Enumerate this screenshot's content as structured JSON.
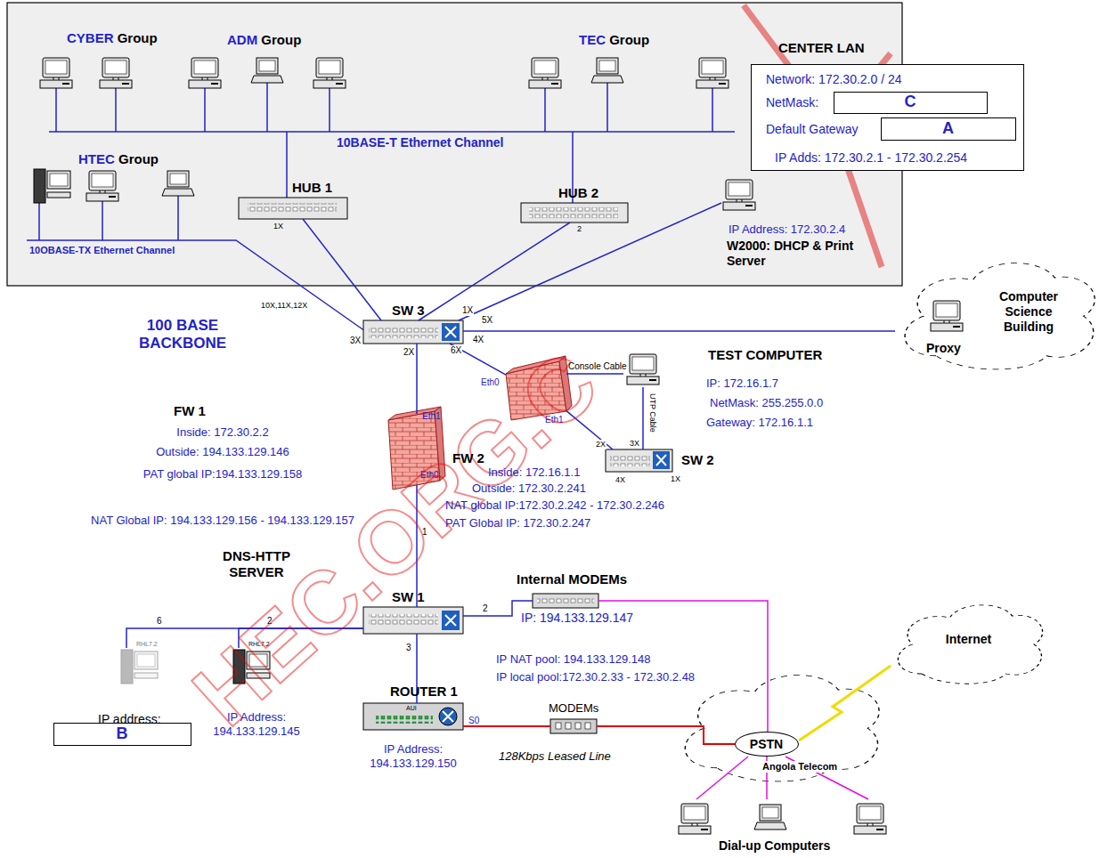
{
  "diagram": {
    "nodes": [
      {
        "text": [
          "CENTER LAN",
          "Network: 172.30.2.0 / 24",
          "NetMask:",
          "Default Gateway",
          "IP Adds: 172.30.2.1 - 172.30.2.254"
        ]
      },
      {
        "text": [
          "C"
        ],
        "in": 0
      },
      {
        "text": [
          "A"
        ],
        "in": 0
      },
      {
        "text": [
          "HUB 1"
        ]
      },
      {
        "text": [
          "HUB 2"
        ]
      },
      {
        "text": [
          "IP Address: 172.30.2.4",
          "W2000: DHCP & Print Server"
        ]
      },
      {
        "text": [
          "SW 3"
        ]
      },
      {
        "text": [
          "Proxy",
          "Computer Science Building"
        ]
      },
      {
        "text": [
          "FW 1",
          "Inside: 172.30.2.2",
          "Outside: 194.133.129.146",
          "PAT global IP:194.133.129.158",
          "NAT Global IP: 194.133.129.156 - 194.133.129.157"
        ]
      },
      {
        "text": [
          "FW 2",
          "Inside: 172.16.1.1",
          "Outside: 172.30.2.241",
          "NAT global IP:172.30.2.242 - 172.30.2.246",
          "PAT Global IP: 172.30.2.247"
        ]
      },
      {
        "text": [
          "TEST COMPUTER",
          "IP: 172.16.1.7",
          "NetMask: 255.255.0.0",
          "Gateway: 172.16.1.1"
        ]
      },
      {
        "text": [
          "SW 2"
        ]
      },
      {
        "text": [
          "SW 1"
        ]
      },
      {
        "text": [
          "DNS-HTTP SERVER",
          "IP Address: 194.133.129.145"
        ]
      },
      {
        "text": [
          "IP address:"
        ]
      },
      {
        "text": [
          "B"
        ],
        "in": 14
      },
      {
        "text": [
          "Internal MODEMs",
          "IP: 194.133.129.147",
          "IP NAT pool: 194.133.129.148",
          "IP local pool:172.30.2.33 - 172.30.2.48"
        ]
      },
      {
        "text": [
          "ROUTER 1",
          "IP Address: 194.133.129.150"
        ]
      },
      {
        "text": [
          "MODEMs"
        ]
      },
      {
        "text": [
          "PSTN",
          "Angola Telecom"
        ]
      },
      {
        "text": [
          "Internet"
        ]
      },
      {
        "text": [
          "Dial-up Computers"
        ]
      }
    ],
    "edges": [
      {
        "from": 3,
        "to": 6,
        "arrow": "none"
      },
      {
        "from": 4,
        "to": 6,
        "arrow": "none"
      },
      {
        "from": 5,
        "to": 6,
        "arrow": "none"
      },
      {
        "from": 6,
        "to": 7,
        "arrow": "none"
      },
      {
        "from": 6,
        "to": 8,
        "arrow": "none"
      },
      {
        "from": 6,
        "to": 9,
        "arrow": "none"
      },
      {
        "from": 9,
        "to": 11,
        "arrow": "none"
      },
      {
        "from": 9,
        "to": 10,
        "arrow": "none",
        "label": "Console Cable"
      },
      {
        "from": 11,
        "to": 10,
        "arrow": "none",
        "label": "UTP Cable"
      },
      {
        "from": 8,
        "to": 12,
        "arrow": "none"
      },
      {
        "from": 12,
        "to": 13,
        "arrow": "none"
      },
      {
        "from": 12,
        "to": 14,
        "arrow": "none"
      },
      {
        "from": 12,
        "to": 16,
        "arrow": "none"
      },
      {
        "from": 12,
        "to": 17,
        "arrow": "none"
      },
      {
        "from": 17,
        "to": 18,
        "arrow": "none",
        "label": "128Kbps Leased Line"
      },
      {
        "from": 18,
        "to": 19,
        "arrow": "none"
      },
      {
        "from": 16,
        "to": 19,
        "arrow": "none"
      },
      {
        "from": 19,
        "to": 20,
        "arrow": "none"
      },
      {
        "from": 19,
        "to": 21,
        "arrow": "none"
      },
      {
        "from": 19,
        "to": 21,
        "arrow": "none"
      },
      {
        "from": 19,
        "to": 21,
        "arrow": "none"
      }
    ],
    "labels": [
      "CYBER Group",
      "ADM Group",
      "TEC Group",
      "HTEC Group",
      "10BASE-T Ethernet Channel",
      "10OBASE-TX Ethernet Channel",
      "1X",
      "2",
      "10X,11X,12X",
      "3X",
      "1X",
      "5X",
      "4X",
      "2X",
      "6X",
      "100 BASE BACKBONE",
      "Eth1",
      "Eth0",
      "Eth0",
      "Eth1",
      "2X",
      "3X",
      "4X",
      "1X",
      "1",
      "6",
      "2",
      "3",
      "2",
      "RHL7.2",
      "RHL7.2",
      "AUI",
      "S0",
      "HEC.ORG.C"
    ]
  }
}
